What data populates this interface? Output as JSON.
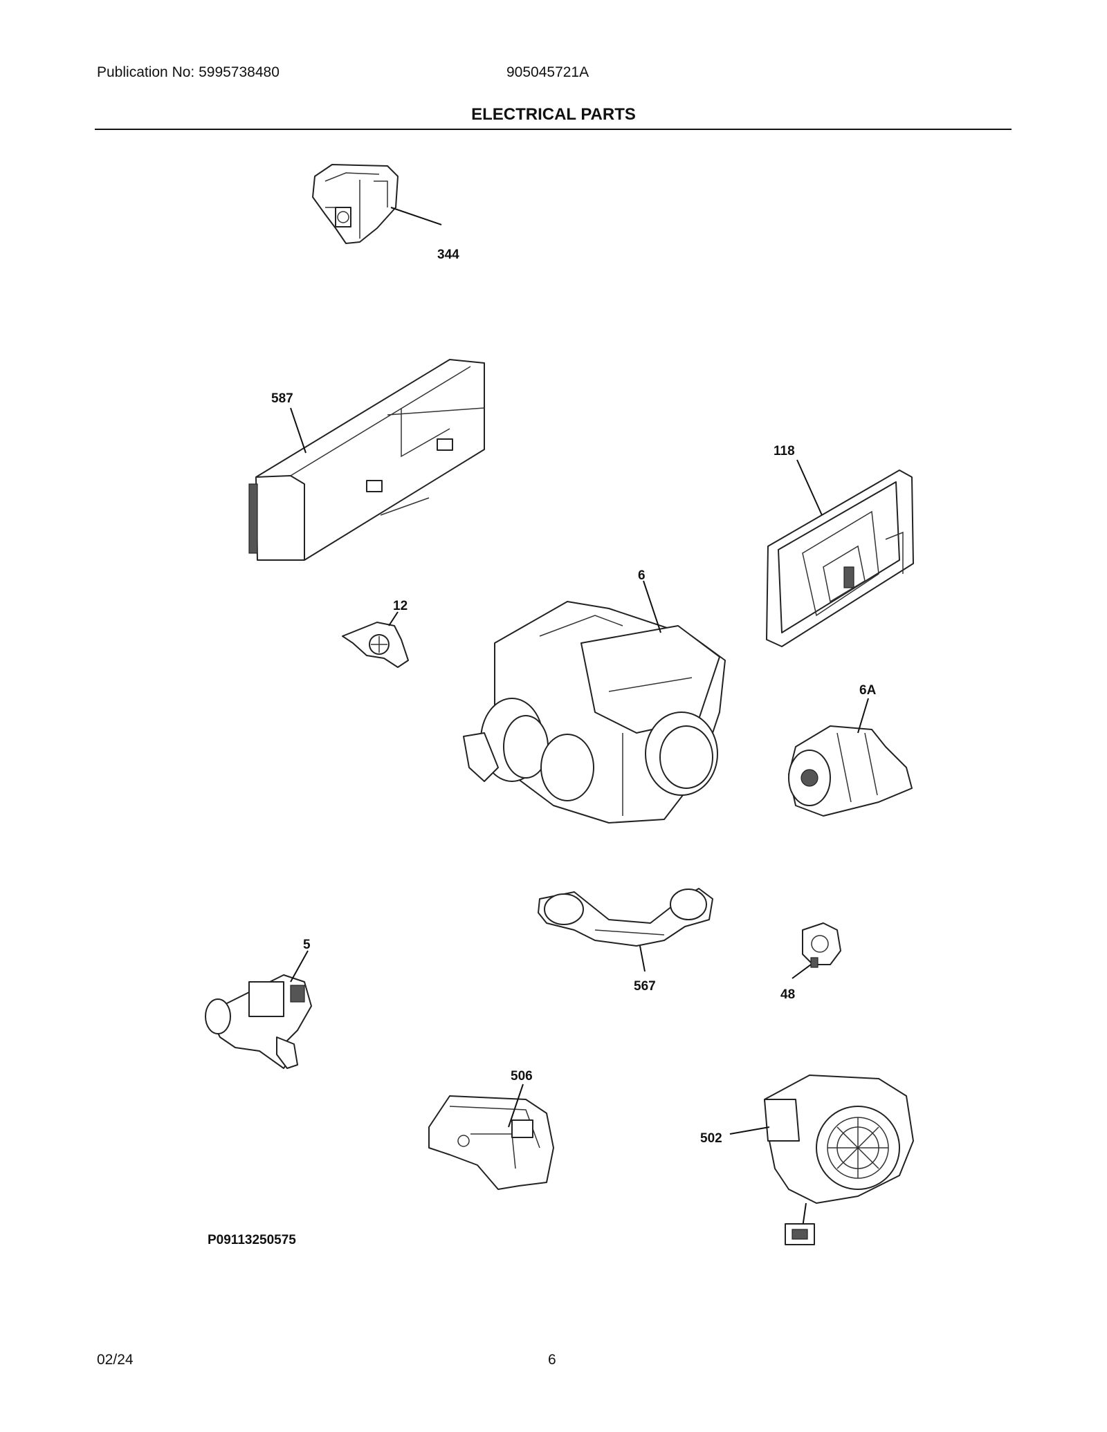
{
  "header": {
    "publication": "Publication No: 5995738480",
    "model": "905045721A",
    "title": "ELECTRICAL PARTS"
  },
  "parts": {
    "p344": "344",
    "p587": "587",
    "p118": "118",
    "p12": "12",
    "p6": "6",
    "p6A": "6A",
    "p567": "567",
    "p48": "48",
    "p5": "5",
    "p506": "506",
    "p502": "502"
  },
  "diagram_code": "P09113250575",
  "footer": {
    "date": "02/24",
    "page": "6"
  }
}
